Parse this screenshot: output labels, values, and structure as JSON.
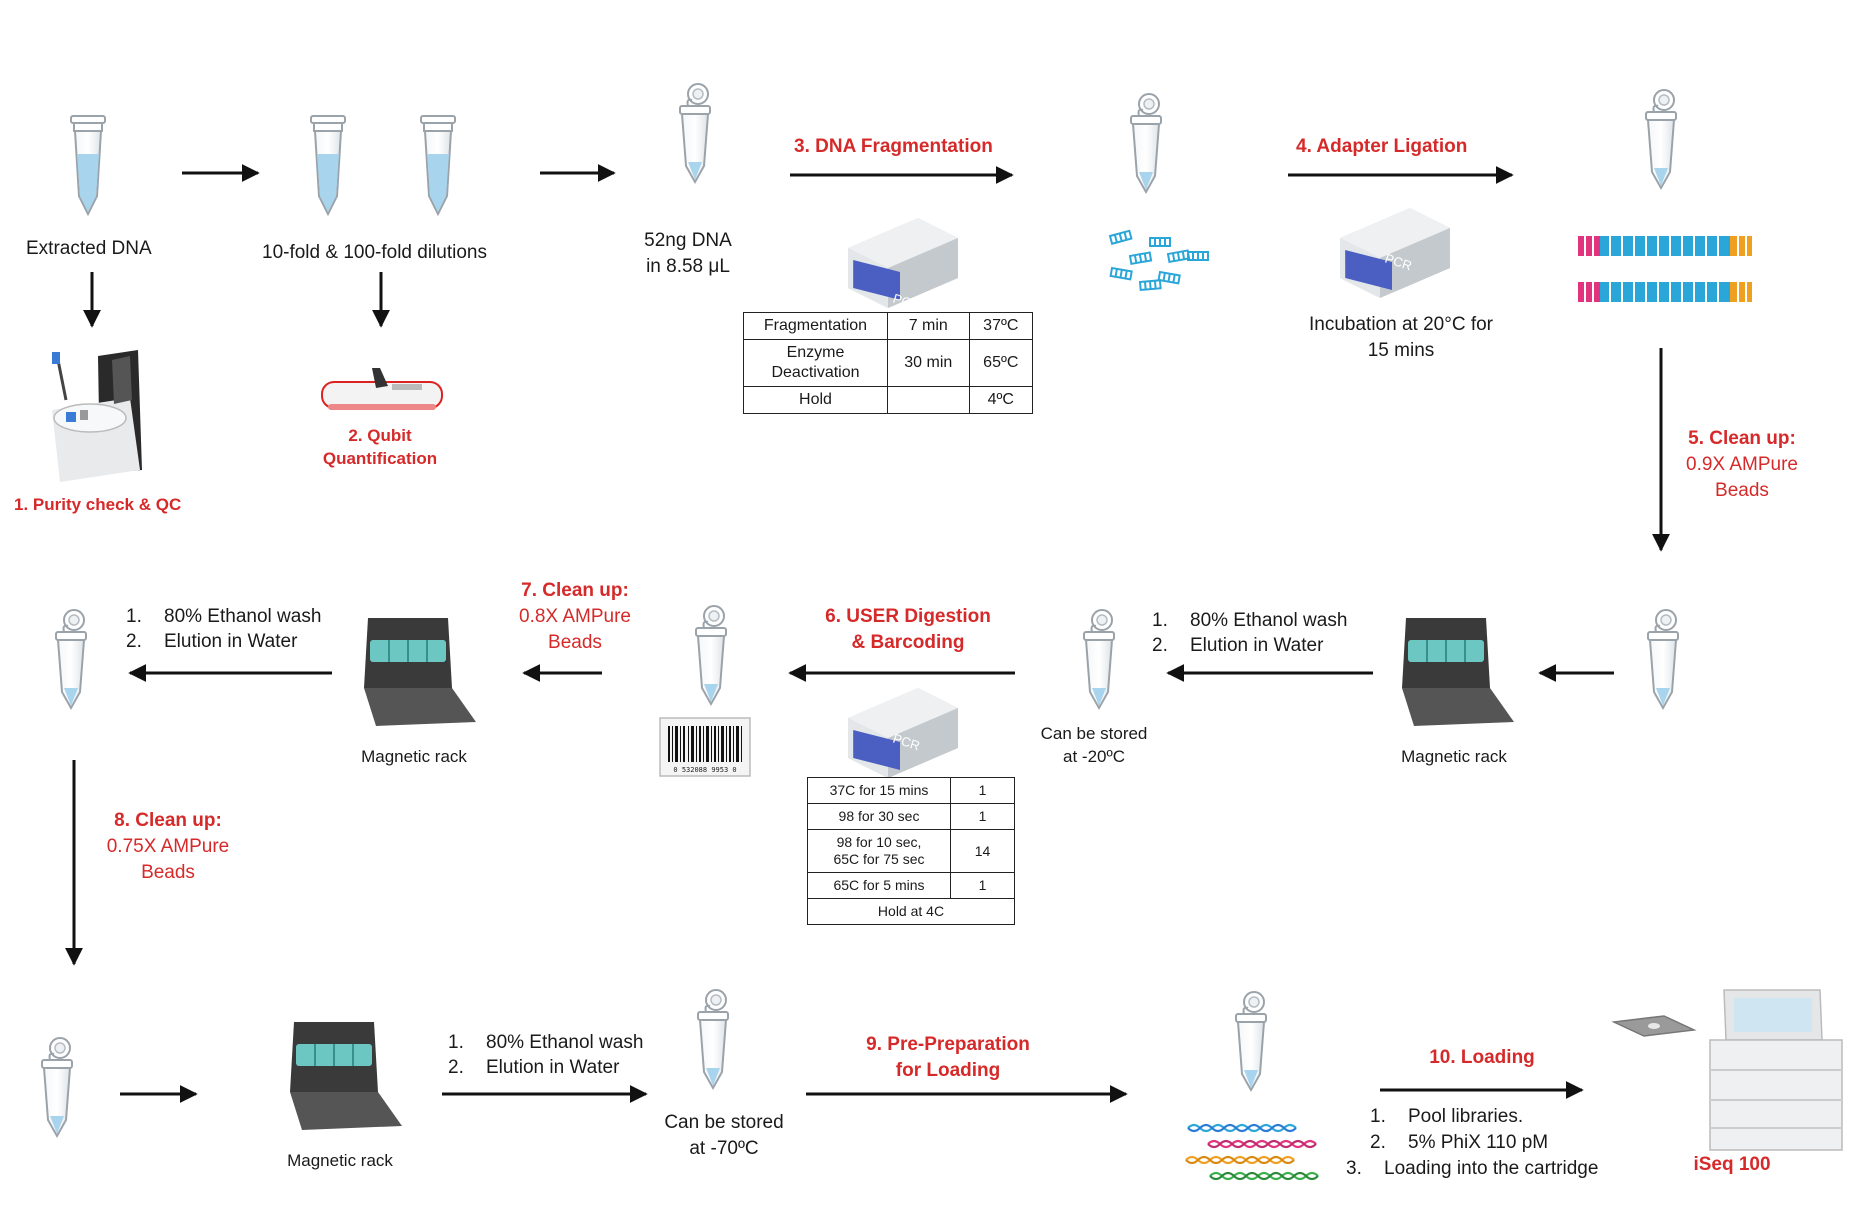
{
  "labels": {
    "extracted_dna": "Extracted DNA",
    "dilutions": "10-fold & 100-fold dilutions",
    "dna_amount_line1": "52ng DNA",
    "dna_amount_line2": "in 8.58 μL",
    "incubation_line1": "Incubation at 20°C for",
    "incubation_line2": "15 mins",
    "magnetic_rack": "Magnetic rack",
    "stored_minus20_line1": "Can be stored",
    "stored_minus20_line2": "at -20ºC",
    "stored_minus70_line1": "Can be stored",
    "stored_minus70_line2": "at -70ºC",
    "pcr_label": "PCR",
    "barcode_digits": "0 532088 9953 0"
  },
  "steps": {
    "s1": "1. Purity check & QC",
    "s2_line1": "2. Qubit",
    "s2_line2": "Quantification",
    "s3": "3. DNA Fragmentation",
    "s4": "4. Adapter Ligation",
    "s5_title": "5. Clean up:",
    "s5_line2": "0.9X AMPure",
    "s5_line3": "Beads",
    "s6_line1": "6. USER Digestion",
    "s6_line2": "& Barcoding",
    "s7_title": "7. Clean up:",
    "s7_line2": "0.8X AMPure",
    "s7_line3": "Beads",
    "s8_title": "8. Clean up:",
    "s8_line2": "0.75X AMPure",
    "s8_line3": "Beads",
    "s9_line1": "9. Pre-Preparation",
    "s9_line2": "for Loading",
    "s10": "10. Loading",
    "iseq": "iSeq 100"
  },
  "wash_steps": [
    {
      "num": "1.",
      "text": "80% Ethanol wash"
    },
    {
      "num": "2.",
      "text": "Elution in Water"
    }
  ],
  "loading_steps": [
    {
      "num": "1.",
      "text": "Pool libraries."
    },
    {
      "num": "2.",
      "text": "5% PhiX 110 pM"
    },
    {
      "num": "3.",
      "text": "Loading into the cartridge"
    }
  ],
  "fragmentation_table": {
    "rows": [
      {
        "step": "Fragmentation",
        "time": "7 min",
        "temp": "37ºC"
      },
      {
        "step_line1": "Enzyme",
        "step_line2": "Deactivation",
        "time": "30 min",
        "temp": "65ºC"
      },
      {
        "step": "Hold",
        "time": "",
        "temp": "4ºC"
      }
    ]
  },
  "barcoding_table": {
    "rows": [
      {
        "step": "37C for 15 mins",
        "cycles": "1"
      },
      {
        "step": "98 for 30 sec",
        "cycles": "1"
      },
      {
        "step_line1": "98 for 10 sec,",
        "step_line2": "65C for 75 sec",
        "cycles": "14"
      },
      {
        "step": "65C for 5 mins",
        "cycles": "1"
      },
      {
        "step": "Hold at 4C"
      }
    ]
  },
  "colors": {
    "accent_red": "#d62a2a",
    "liquid_blue": "#a9d4ee",
    "pcr_screen": "#4a5fc1",
    "rack_dark": "#3a3a3a",
    "rack_teal": "#6cc7c2",
    "adapter_pink": "#e2337e",
    "adapter_blue": "#2aa6d8",
    "adapter_orange": "#f0a020"
  }
}
